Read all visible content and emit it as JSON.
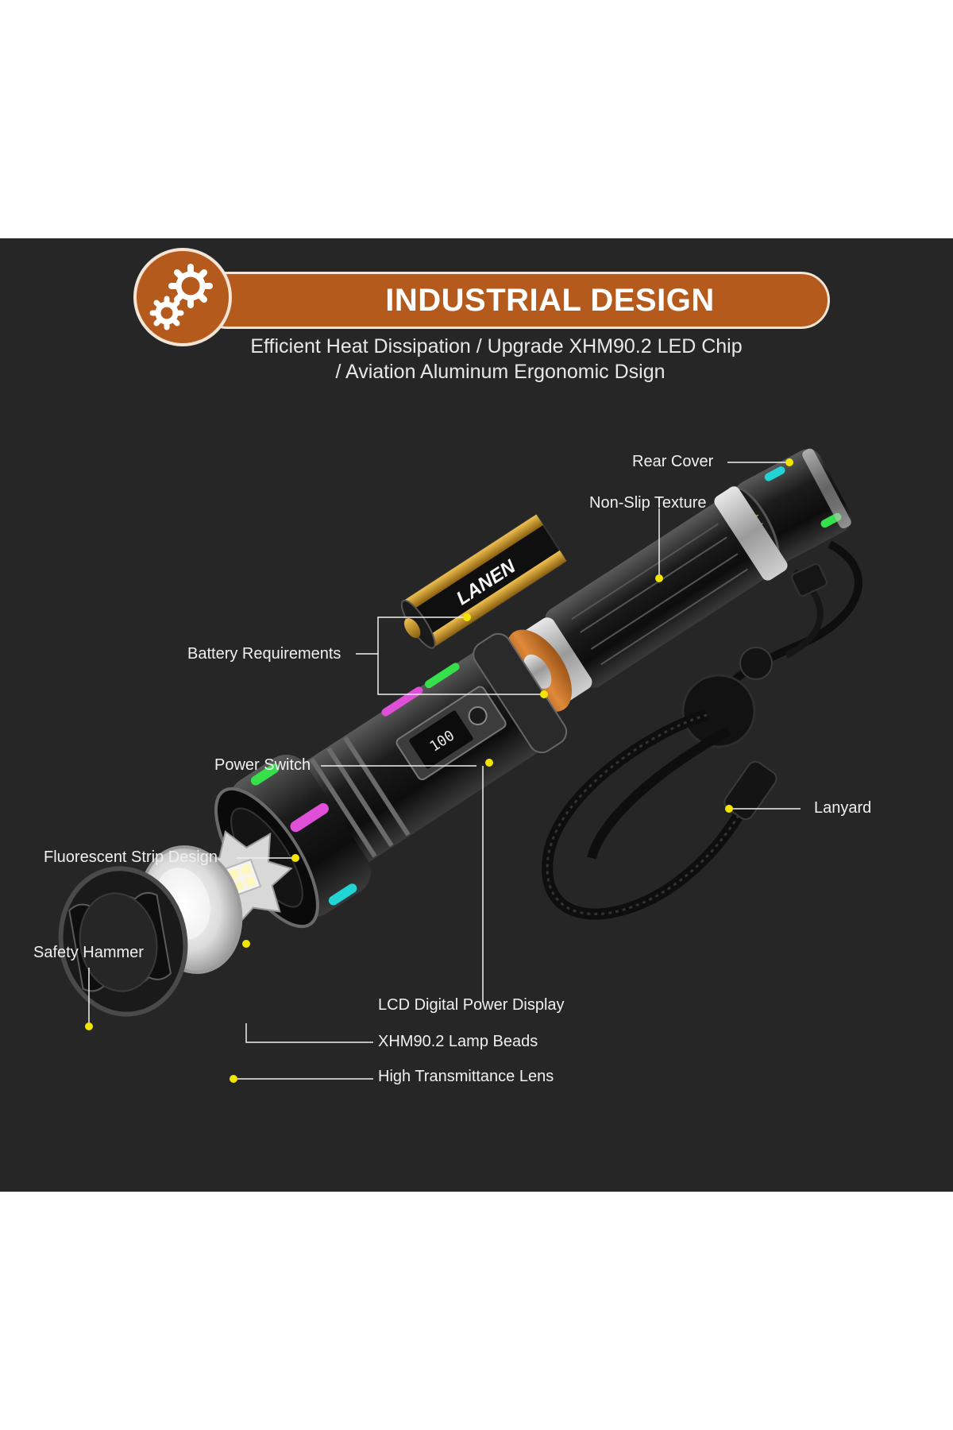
{
  "header": {
    "title": "INDUSTRIAL DESIGN",
    "icon": "gears-icon",
    "subtitle_line1": "Efficient Heat Dissipation / Upgrade XHM90.2 LED Chip",
    "subtitle_line2": "/ Aviation Aluminum Ergonomic Dsign"
  },
  "battery_brand": "LANEN",
  "lcd_reading": "100",
  "callouts": {
    "rear_cover": "Rear Cover",
    "non_slip_texture": "Non-Slip Texture",
    "battery_requirements": "Battery Requirements",
    "power_switch": "Power Switch",
    "fluorescent_strip": "Fluorescent Strip Design",
    "safety_hammer": "Safety Hammer",
    "lanyard": "Lanyard",
    "lcd_display": "LCD Digital Power Display",
    "lamp_beads": "XHM90.2 Lamp Beads",
    "lens": "High Transmittance Lens"
  },
  "colors": {
    "panel_bg": "#262626",
    "banner_orange": "#b55a1d",
    "callout_dot": "#f2e600",
    "fluorescent_green": "#35e04a",
    "fluorescent_pink": "#e04fd8",
    "fluorescent_cyan": "#22d4d4"
  }
}
